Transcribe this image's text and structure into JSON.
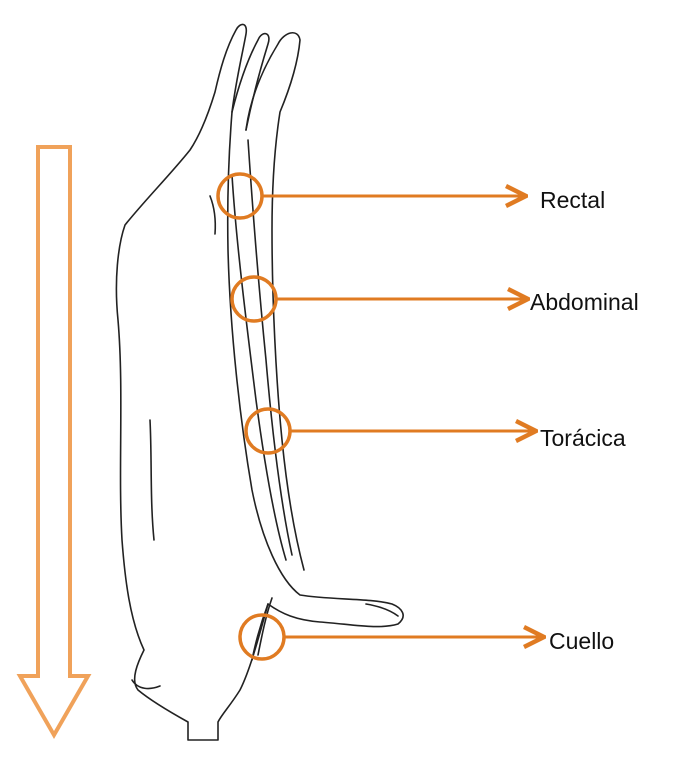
{
  "diagram": {
    "accent_color": "#e07b22",
    "direction_arrow": {
      "icon": "down-arrow-icon"
    },
    "regions": [
      {
        "id": "rectal",
        "label": "Rectal"
      },
      {
        "id": "abdominal",
        "label": "Abdominal"
      },
      {
        "id": "toracica",
        "label": "Torácica"
      },
      {
        "id": "cuello",
        "label": "Cuello"
      }
    ]
  }
}
